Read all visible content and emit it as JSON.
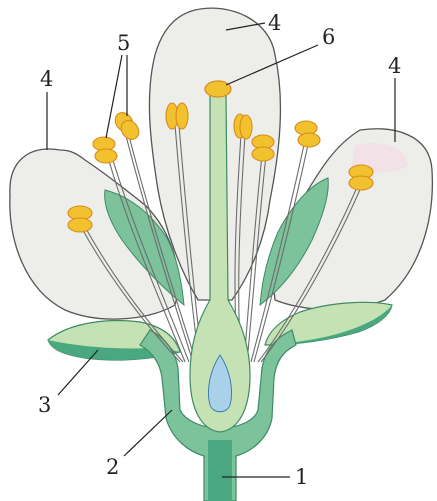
{
  "diagram": {
    "labels": {
      "peduncle": "1",
      "receptacle": "2",
      "sepal": "3",
      "petal_top": "4",
      "petal_left": "4",
      "petal_right": "4",
      "stamens": "5",
      "pistil": "6"
    },
    "colors": {
      "petal_fill": "#ededea",
      "petal_pink": "#f3dde6",
      "outline": "#555555",
      "green_dark": "#4aa880",
      "green_mid": "#7cc29a",
      "green_light": "#c4e2b4",
      "anther": "#f2c12e",
      "anther_dark": "#d98a1e",
      "ovule": "#a9d2ea"
    }
  }
}
